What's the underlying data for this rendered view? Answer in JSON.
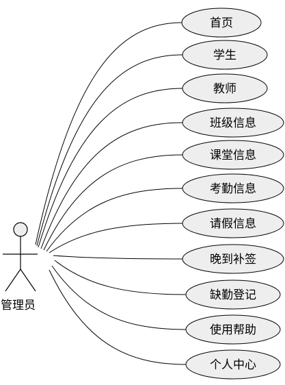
{
  "diagram": {
    "actor": {
      "label": "管理员"
    },
    "use_cases": [
      {
        "id": "home",
        "label": "首页"
      },
      {
        "id": "student",
        "label": "学生"
      },
      {
        "id": "teacher",
        "label": "教师"
      },
      {
        "id": "class-info",
        "label": "班级信息"
      },
      {
        "id": "classroom-info",
        "label": "课堂信息"
      },
      {
        "id": "attendance-info",
        "label": "考勤信息"
      },
      {
        "id": "leave-info",
        "label": "请假信息"
      },
      {
        "id": "late-makeup",
        "label": "晚到补签"
      },
      {
        "id": "absence-register",
        "label": "缺勤登记"
      },
      {
        "id": "help",
        "label": "使用帮助"
      },
      {
        "id": "personal-center",
        "label": "个人中心"
      }
    ]
  }
}
